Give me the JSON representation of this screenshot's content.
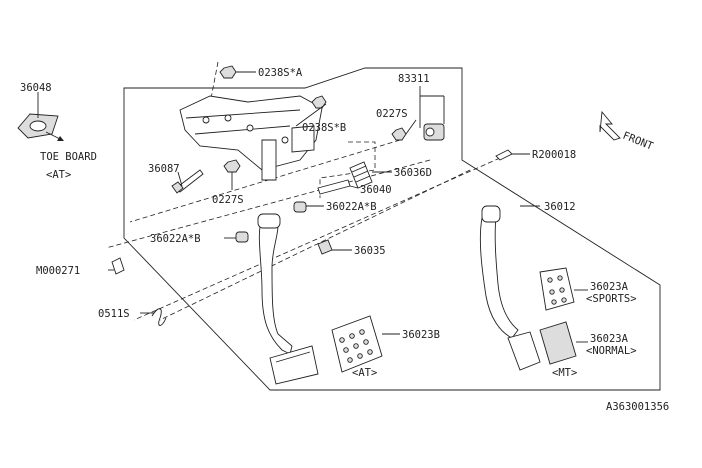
{
  "diagram": {
    "title": "Pedal assembly parts diagram",
    "labels": {
      "p36048": "36048",
      "toe_board": "TOE BOARD",
      "toe_board_at": "<AT>",
      "p0238s_a": "0238S*A",
      "p83311": "83311",
      "p0227s_top": "0227S",
      "p0238s_b": "0238S*B",
      "front": "FRONT",
      "p36087": "36087",
      "p36036d": "36036D",
      "pR200018": "R200018",
      "p0227s_mid": "0227S",
      "p36040": "36040",
      "p36022a_b_right": "36022A*B",
      "p36012": "36012",
      "p36022a_b_left": "36022A*B",
      "p36035": "36035",
      "pM000271": "M000271",
      "p36023a_sports": "36023A",
      "sports": "<SPORTS>",
      "p0511s": "0511S",
      "p36023b": "36023B",
      "p36023a_normal": "36023A",
      "normal": "<NORMAL>",
      "at_variant": "<AT>",
      "mt_variant": "<MT>",
      "diagram_code": "A363001356"
    }
  }
}
